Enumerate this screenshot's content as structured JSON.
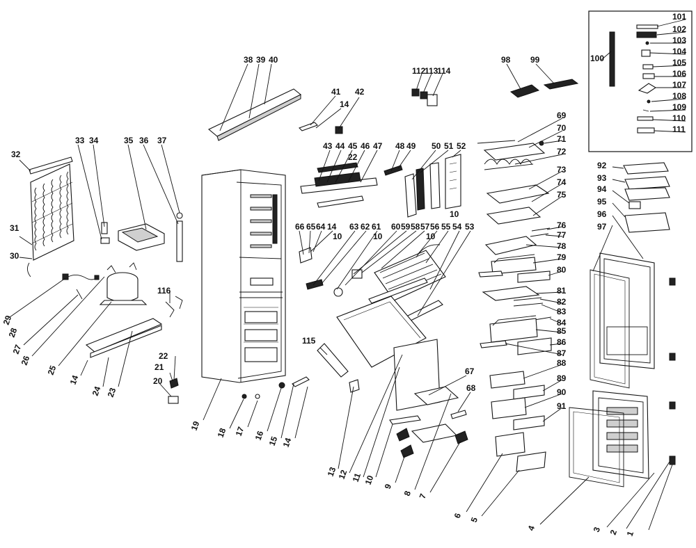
{
  "labels": [
    "1",
    "2",
    "3",
    "4",
    "5",
    "6",
    "7",
    "8",
    "9",
    "10",
    "11",
    "12",
    "13",
    "14",
    "15",
    "16",
    "17",
    "18",
    "19",
    "20",
    "21",
    "22",
    "23",
    "24",
    "25",
    "26",
    "27",
    "28",
    "29",
    "30",
    "31",
    "32",
    "33",
    "34",
    "35",
    "36",
    "37",
    "38",
    "39",
    "40",
    "41",
    "42",
    "43",
    "44",
    "45",
    "46",
    "47",
    "48",
    "49",
    "50",
    "51",
    "52",
    "53",
    "54",
    "55",
    "56",
    "57",
    "58",
    "59",
    "60",
    "61",
    "62",
    "63",
    "64",
    "65",
    "66",
    "67",
    "68",
    "69",
    "70",
    "71",
    "72",
    "73",
    "74",
    "75",
    "76",
    "77",
    "78",
    "79",
    "80",
    "81",
    "82",
    "83",
    "84",
    "85",
    "86",
    "87",
    "88",
    "89",
    "90",
    "91",
    "92",
    "93",
    "94",
    "95",
    "96",
    "97",
    "98",
    "99",
    "100",
    "101",
    "102",
    "103",
    "104",
    "105",
    "106",
    "107",
    "108",
    "109",
    "110",
    "111",
    "112",
    "113",
    "114",
    "115",
    "116"
  ]
}
